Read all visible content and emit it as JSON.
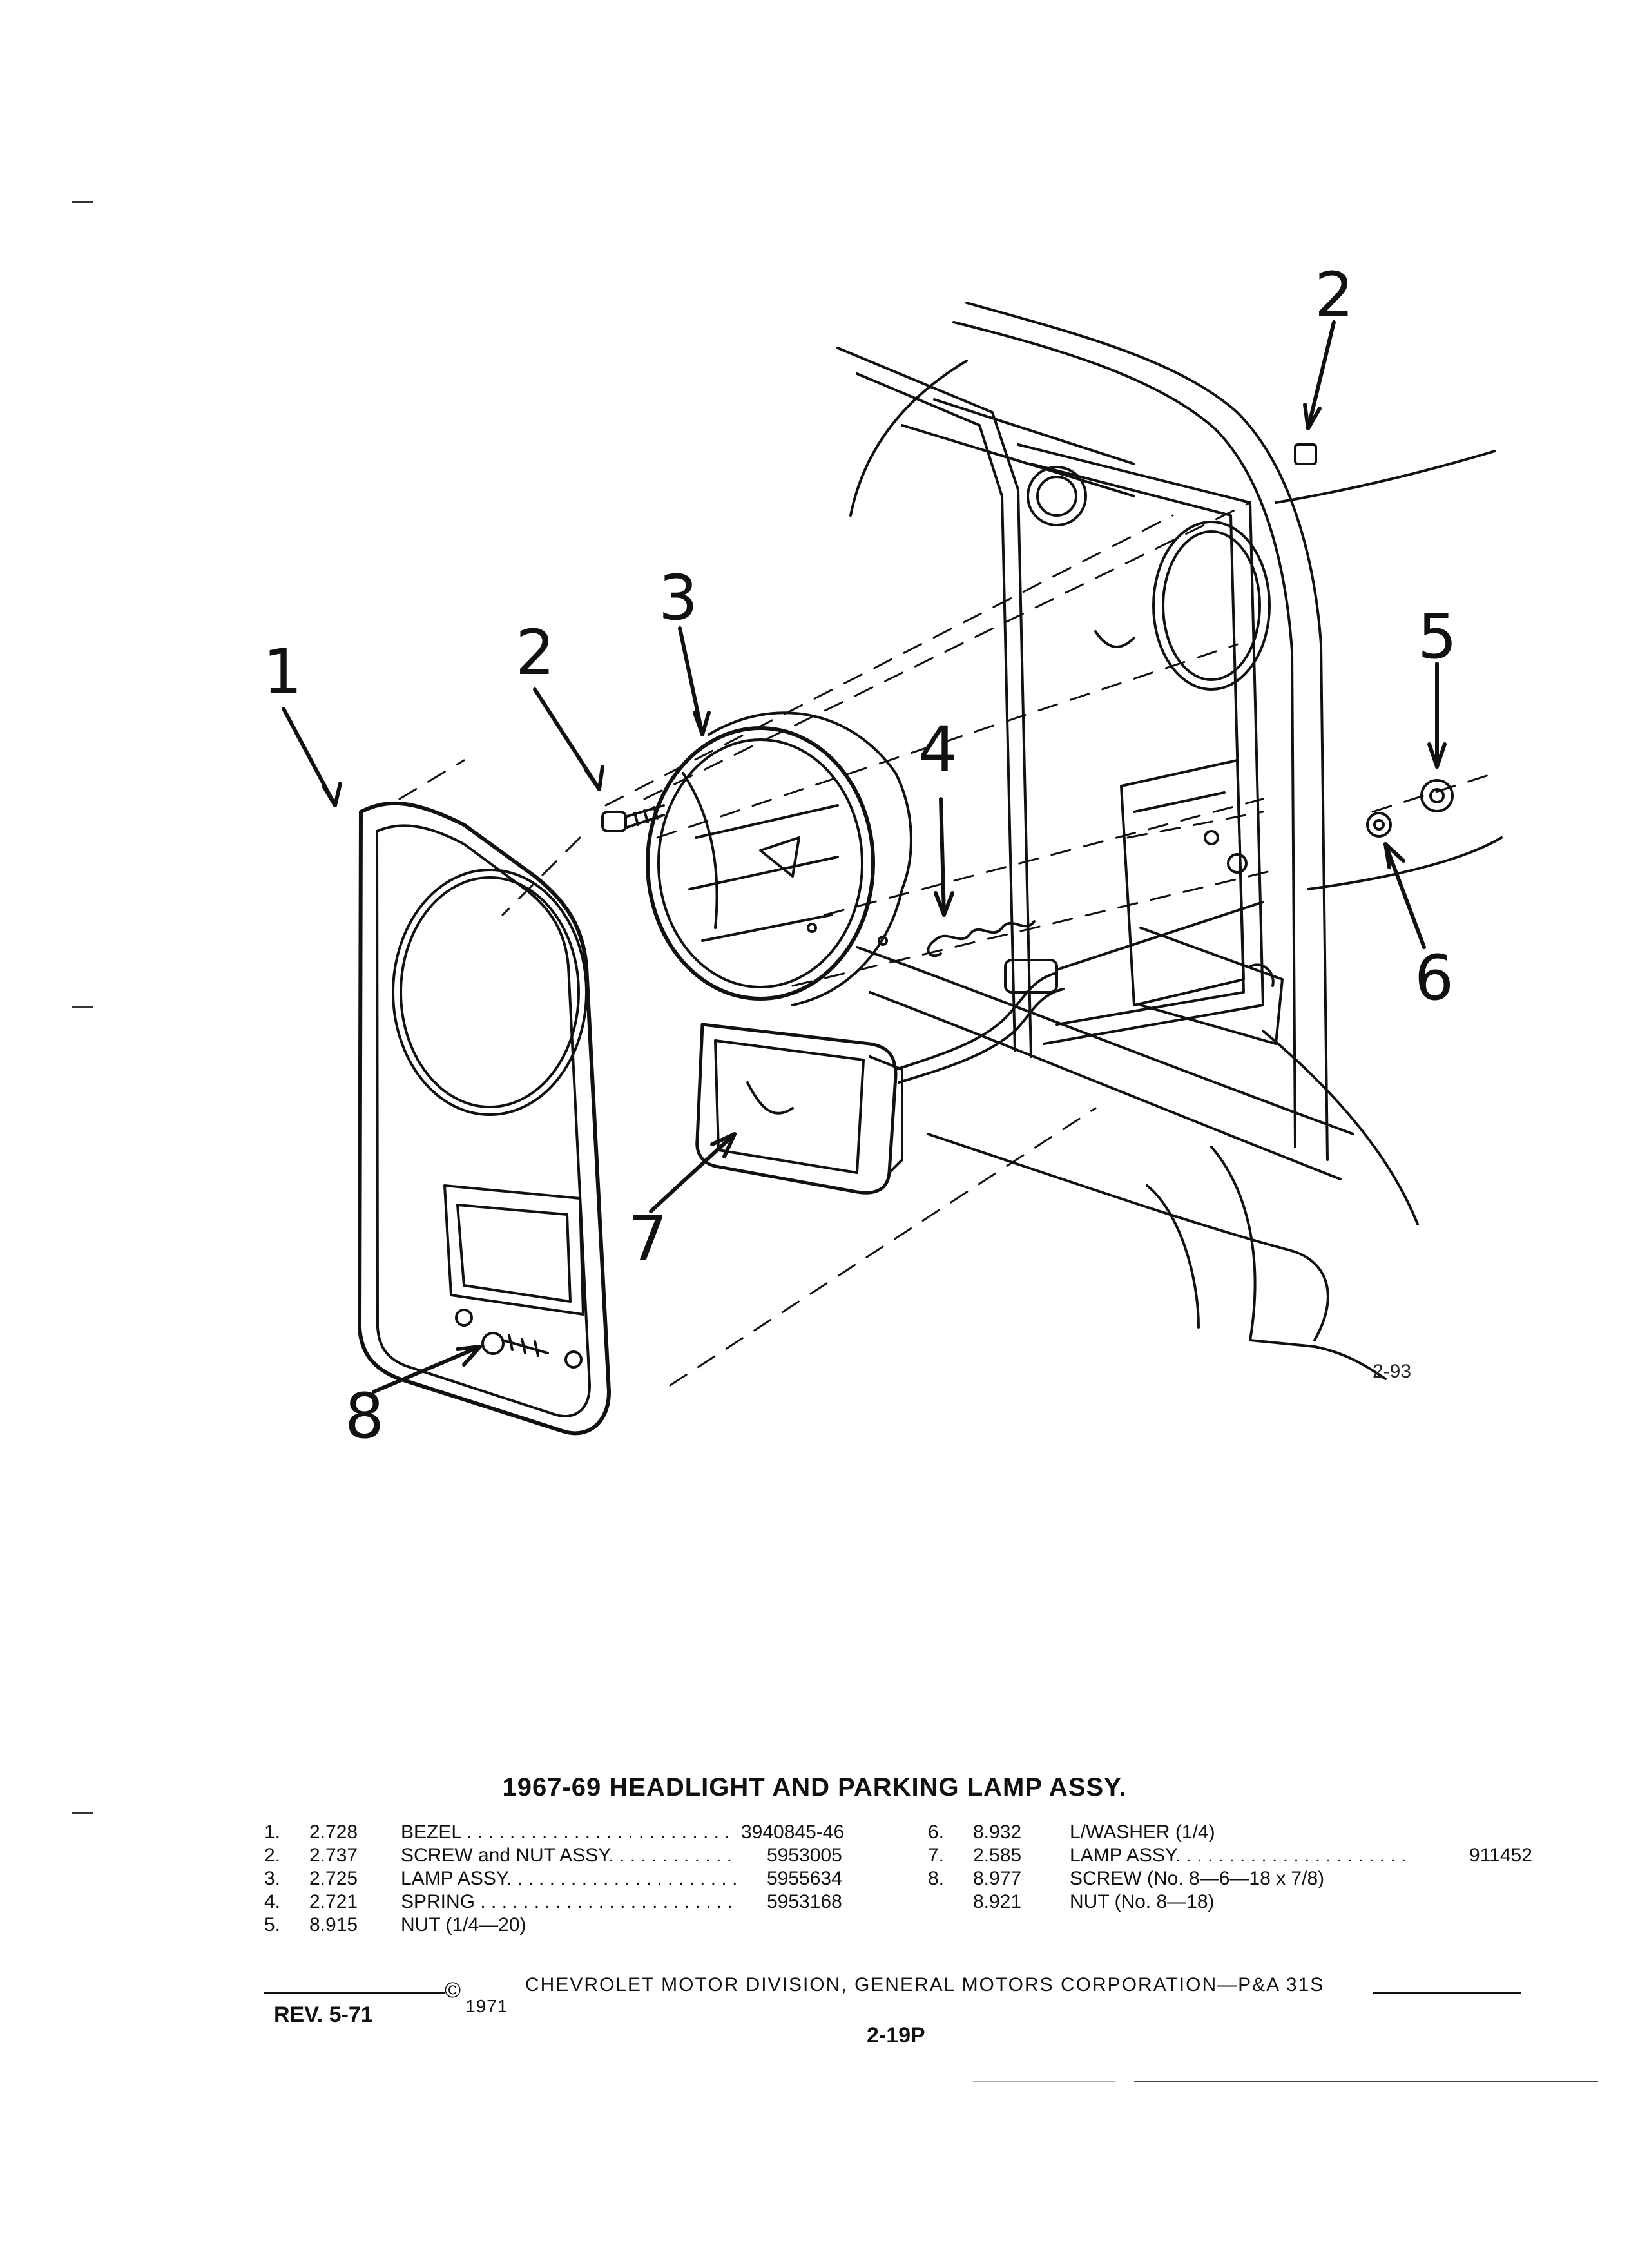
{
  "diagram": {
    "callouts": [
      "1",
      "2",
      "2",
      "3",
      "4",
      "5",
      "6",
      "7",
      "8"
    ],
    "figure_code": "2-93"
  },
  "title": "1967-69 HEADLIGHT AND PARKING LAMP ASSY.",
  "parts_left": [
    {
      "num": "1.",
      "group": "2.728",
      "desc": "BEZEL",
      "part": "3940845-46"
    },
    {
      "num": "2.",
      "group": "2.737",
      "desc": "SCREW and NUT ASSY.",
      "part": "5953005"
    },
    {
      "num": "3.",
      "group": "2.725",
      "desc": "LAMP ASSY.",
      "part": "5955634"
    },
    {
      "num": "4.",
      "group": "2.721",
      "desc": "SPRING",
      "part": "5953168"
    },
    {
      "num": "5.",
      "group": "8.915",
      "desc": "NUT (1/4—20)",
      "part": ""
    }
  ],
  "parts_right": [
    {
      "num": "6.",
      "group": "8.932",
      "desc": "L/WASHER (1/4)",
      "part": ""
    },
    {
      "num": "7.",
      "group": "2.585",
      "desc": "LAMP ASSY.",
      "part": "911452"
    },
    {
      "num": "8.",
      "group": "8.977",
      "desc": "SCREW (No. 8—6—18 x 7/8)",
      "part": ""
    },
    {
      "num": "",
      "group": "8.921",
      "desc": "NUT (No. 8—18)",
      "part": ""
    }
  ],
  "footer": {
    "copyright_symbol": "©",
    "year": "1971",
    "text": "CHEVROLET MOTOR DIVISION, GENERAL MOTORS CORPORATION—P&A 31S",
    "rev": "REV. 5-71",
    "page": "2-19P"
  }
}
